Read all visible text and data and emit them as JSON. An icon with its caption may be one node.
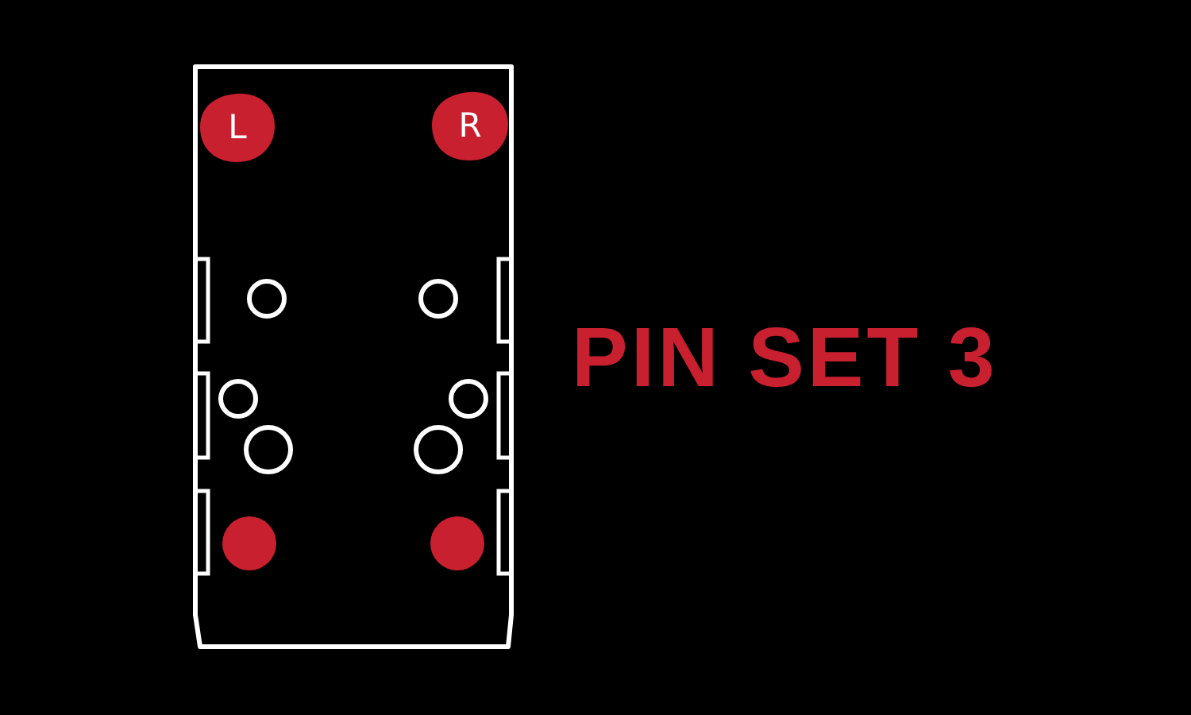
{
  "diagram": {
    "title": "PIN SET 3",
    "nodes": [
      {
        "text": [
          "L"
        ]
      },
      {
        "text": [
          "R"
        ]
      }
    ]
  }
}
